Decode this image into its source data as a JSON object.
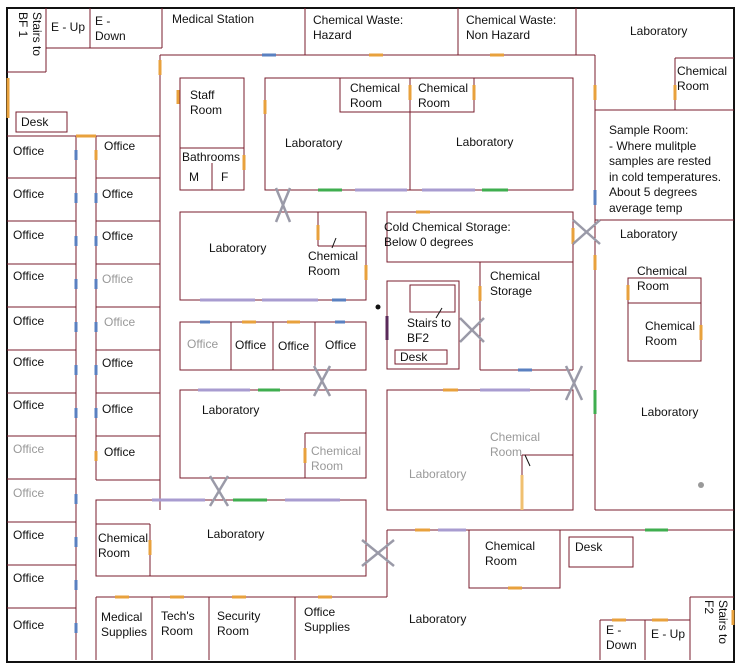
{
  "rooms": {
    "stairs_bf1": [
      "Stairs to",
      "BF 1"
    ],
    "e_up_top": "E - Up",
    "e_down_top": [
      "E -",
      "Down"
    ],
    "medical_station": "Medical Station",
    "chem_waste_hazard": [
      "Chemical Waste:",
      "Hazard"
    ],
    "chem_waste_nonhazard": [
      "Chemical Waste:",
      "Non Hazard"
    ],
    "lab_top_right": "Laboratory",
    "chem_room_top_right": [
      "Chemical",
      "Room"
    ],
    "desk_left": "Desk",
    "staff_room": [
      "Staff",
      "Room"
    ],
    "bathrooms": "Bathrooms",
    "bath_m": "M",
    "bath_f": "F",
    "chem_room_a": [
      "Chemical",
      "Room"
    ],
    "chem_room_b": [
      "Chemical",
      "Room"
    ],
    "lab_top_a": "Laboratory",
    "lab_top_b": "Laboratory",
    "sample_room": [
      "Sample Room:",
      "- Where mulitple",
      "samples are rested",
      "in cold temperatures.",
      "About 5 degrees",
      "average temp"
    ],
    "cold_storage": [
      "Cold Chemical Storage:",
      "Below 0 degrees"
    ],
    "lab_mid_left": "Laboratory",
    "chem_room_mid_left": [
      "Chemical",
      "Room"
    ],
    "lab_right_col": "Laboratory",
    "chem_room_right_1": [
      "Chemical",
      "Room"
    ],
    "chem_room_right_2": [
      "Chemical",
      "Room"
    ],
    "chem_storage": [
      "Chemical",
      "Storage"
    ],
    "stairs_bf2": [
      "Stairs to",
      "BF2"
    ],
    "desk_bf2": "Desk",
    "office_row": [
      "Office",
      "Office",
      "Office",
      "Office"
    ],
    "offices_col1": [
      "Office",
      "Office",
      "Office",
      "Office",
      "Office",
      "Office",
      "Office",
      "Office",
      "Office",
      "Office",
      "Office",
      "Office"
    ],
    "offices_col2": [
      "Office",
      "Office",
      "Office",
      "Office",
      "Office",
      "Office",
      "Office",
      "Office"
    ],
    "lab_center_left": "Laboratory",
    "chem_room_center_left": [
      "Chemical",
      "Room"
    ],
    "lab_center_right": "Laboratory",
    "chem_room_center_right": [
      "Chemical",
      "Room"
    ],
    "lab_right_lower": "Laboratory",
    "chem_room_lower_left": [
      "Chemical",
      "Room"
    ],
    "lab_lower_left": "Laboratory",
    "chem_room_bottom": [
      "Chemical",
      "Room"
    ],
    "desk_bottom": "Desk",
    "medical_supplies": [
      "Medical",
      "Supplies"
    ],
    "techs_room": [
      "Tech's",
      "Room"
    ],
    "security_room": [
      "Security",
      "Room"
    ],
    "office_supplies": [
      "Office",
      "Supplies"
    ],
    "lab_bottom": "Laboratory",
    "e_down_bottom": [
      "E -",
      "Down"
    ],
    "e_up_bottom": "E - Up",
    "stairs_f2": [
      "Stairs to",
      "F2"
    ]
  },
  "colors": {
    "wall": "#7a1c2c",
    "door_orange": "#e8a13c",
    "door_blue": "#5a80c0",
    "door_green": "#3fae4f",
    "door_purple": "#a89cd0",
    "blocked_x": "#9a9aa8",
    "outer_border": "#111111"
  }
}
